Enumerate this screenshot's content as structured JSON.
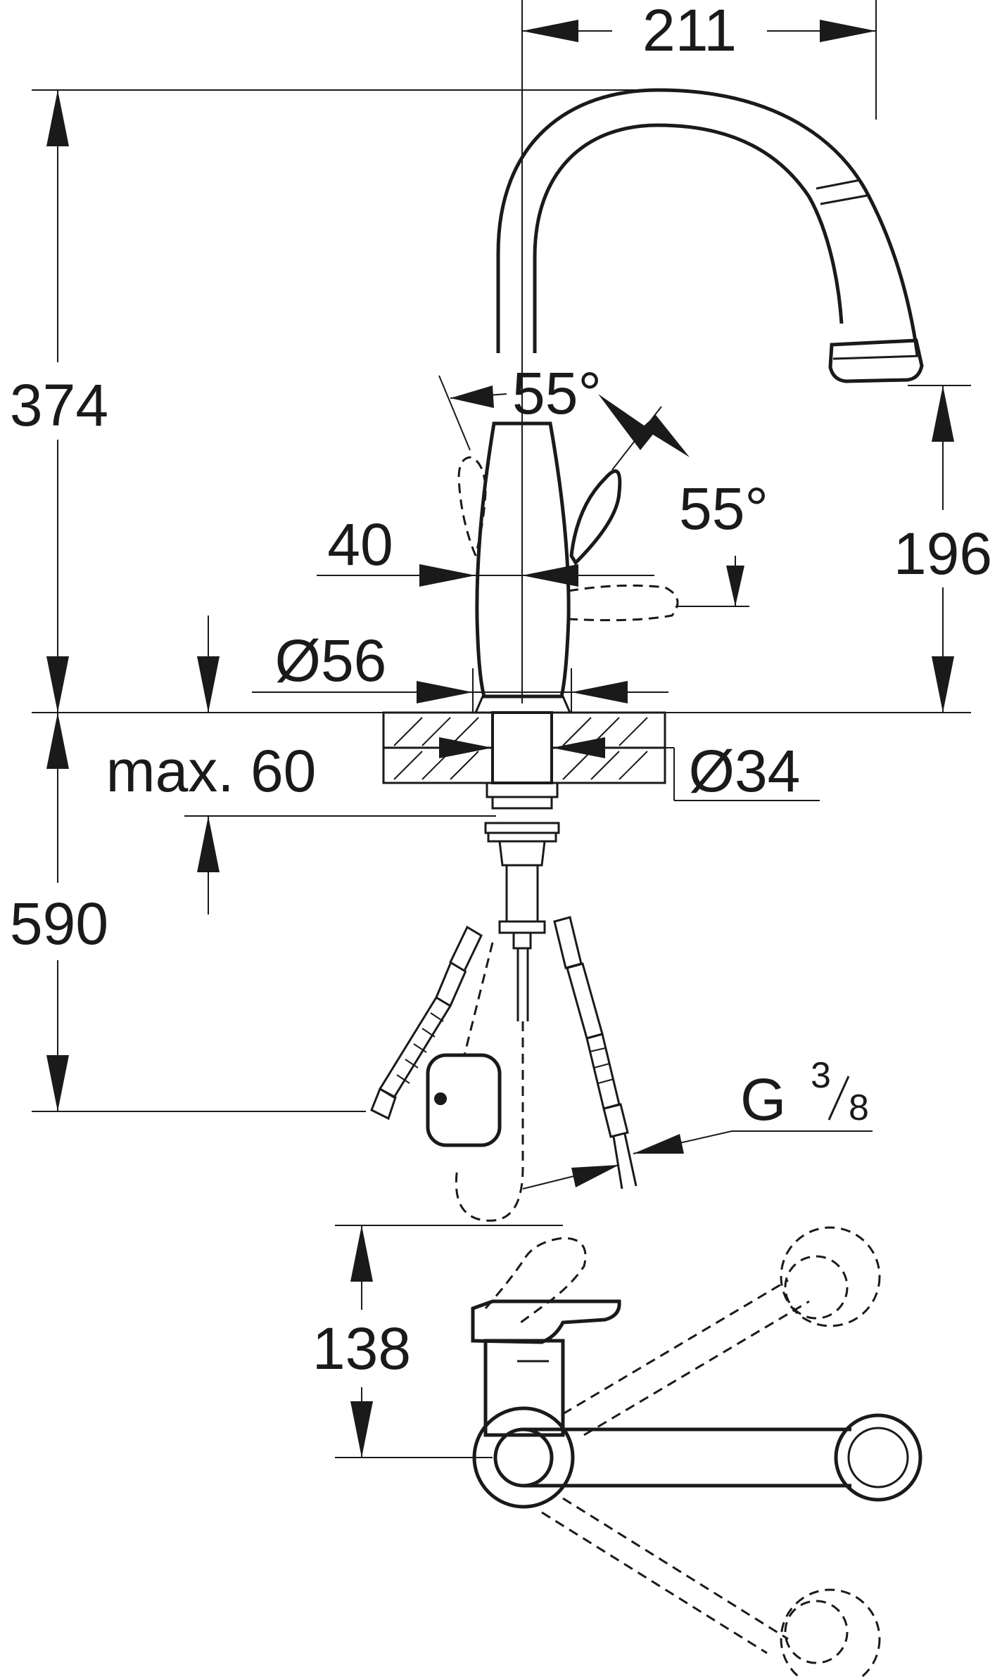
{
  "dimensions": {
    "spout_reach": "211",
    "total_height": "374",
    "spout_height": "196",
    "lever_angle_left": "55°",
    "lever_angle_right": "55°",
    "lever_offset": "40",
    "body_diameter": "Ø56",
    "max_deck_thickness": "max. 60",
    "hole_diameter": "Ø34",
    "hose_length": "590",
    "connection_thread_main": "G",
    "connection_thread_num": "3",
    "connection_thread_den": "8",
    "plan_height": "138"
  }
}
